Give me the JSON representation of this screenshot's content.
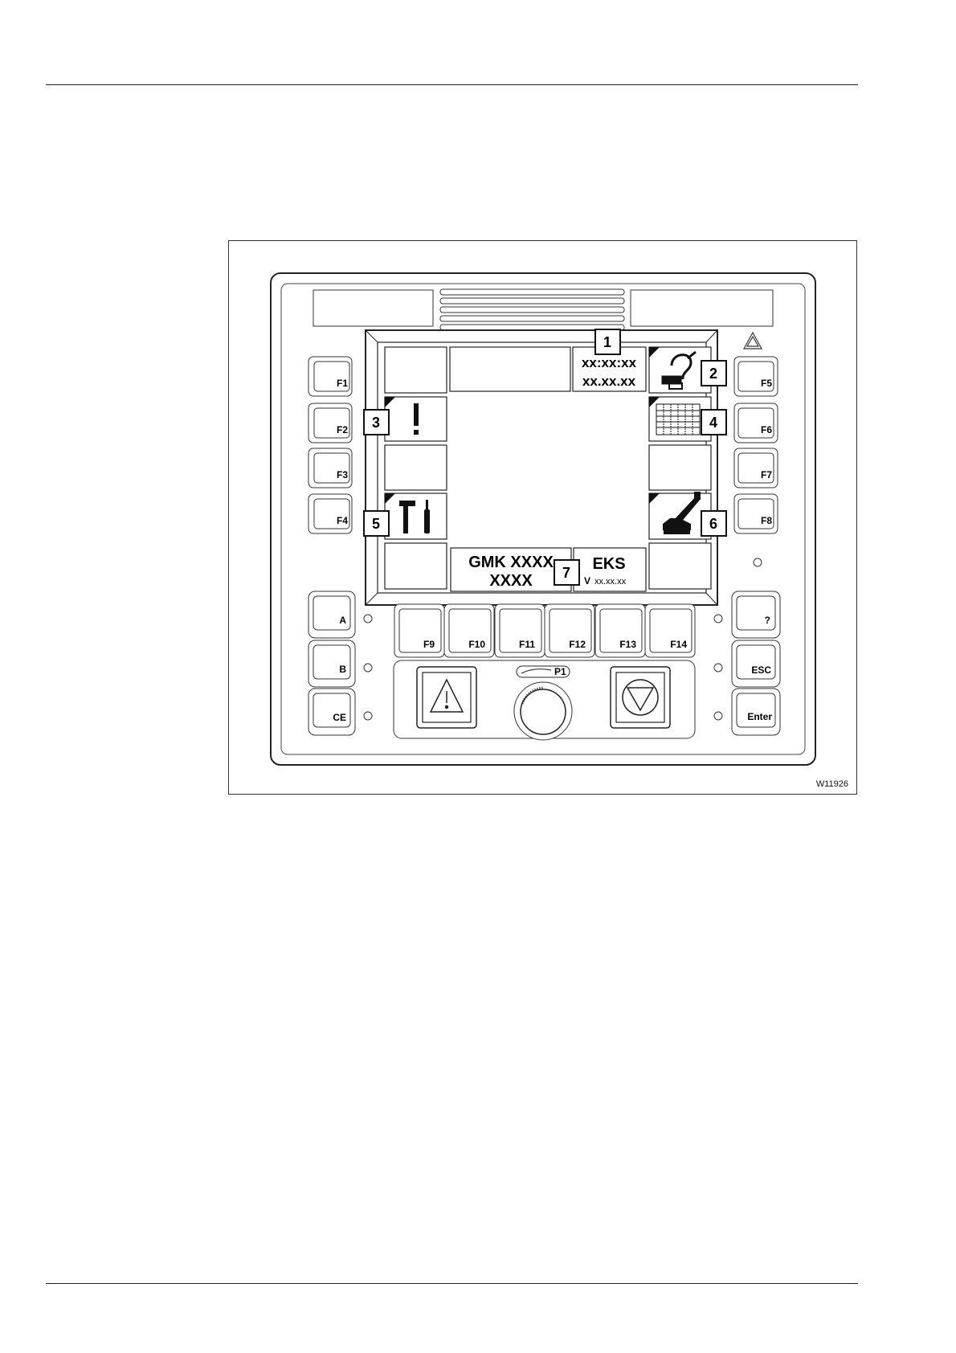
{
  "figure": {
    "id": "W11926"
  },
  "screen": {
    "time": "xx:xx:xx",
    "date": "xx.xx.xx",
    "crane_type_line1": "GMK XXXX",
    "crane_type_line2": "XXXX",
    "system": "EKS",
    "version_prefix": "V",
    "version": "xx.xx.xx"
  },
  "callouts": [
    "1",
    "2",
    "3",
    "4",
    "5",
    "6",
    "7"
  ],
  "keys": {
    "left": [
      "F1",
      "F2",
      "F3",
      "F4"
    ],
    "right": [
      "F5",
      "F6",
      "F7",
      "F8"
    ],
    "bottom": [
      "F9",
      "F10",
      "F11",
      "F12",
      "F13",
      "F14"
    ],
    "lower_left": [
      "A",
      "B",
      "CE"
    ],
    "lower_right": [
      "?",
      "ESC",
      "Enter"
    ],
    "knob": "P1"
  },
  "icons": [
    "warning-triangle-icon",
    "help-crane-icon",
    "exclamation-icon",
    "table-icon",
    "tools-icon",
    "crane-icon",
    "stop-triangle-icon",
    "rotary-knob-icon"
  ]
}
